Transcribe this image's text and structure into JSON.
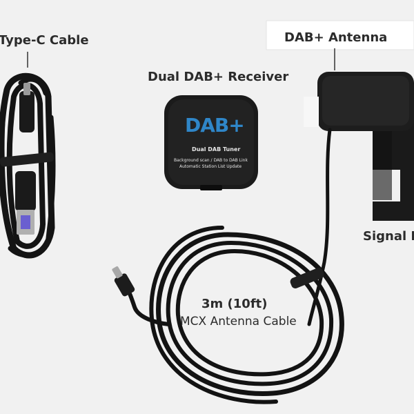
{
  "labels": {
    "type_c_cable": "Type-C Cable",
    "receiver": "Dual DAB+ Receiver",
    "antenna": "DAB+ Antenna",
    "signal_booster": "Signal B",
    "cable_length": "3m (10ft)",
    "cable_name": "MCX Antenna Cable"
  },
  "receiver_face": {
    "logo": "DAB+",
    "model": "Dual DAB Tuner",
    "feature_line1": "Background scan / DAB to DAB Link",
    "feature_line2": "Automatic Station List Update"
  },
  "colors": {
    "background": "#f1f1f1",
    "device_black": "#1c1c1c",
    "cable_black": "#141414",
    "dab_blue": "#2f86c8",
    "usb_purple": "#6a5fd0"
  }
}
